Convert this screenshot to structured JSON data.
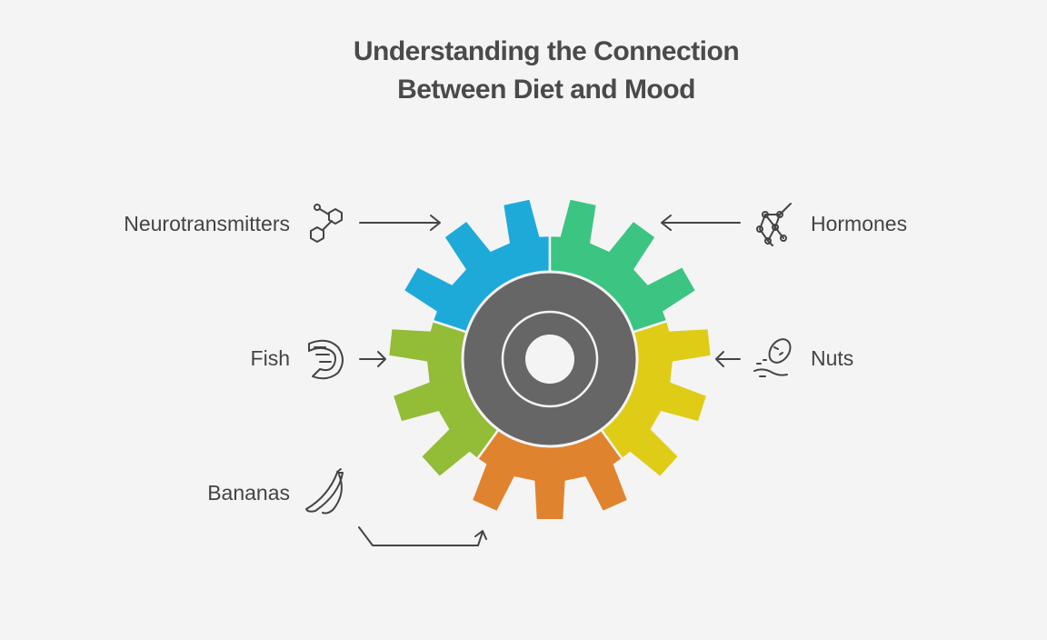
{
  "title": {
    "line1": "Understanding the Connection",
    "line2": "Between Diet and Mood"
  },
  "items": [
    {
      "label": "Neurotransmitters",
      "icon": "molecule-icon",
      "color": "#1eaad9"
    },
    {
      "label": "Hormones",
      "icon": "network-icon",
      "color": "#3cc482"
    },
    {
      "label": "Nuts",
      "icon": "nut-icon",
      "color": "#dfcc16"
    },
    {
      "label": "Bananas",
      "icon": "banana-icon",
      "color": "#e0832e"
    },
    {
      "label": "Fish",
      "icon": "shrimp-icon",
      "color": "#93bc37"
    }
  ],
  "hub_color": "#666666"
}
